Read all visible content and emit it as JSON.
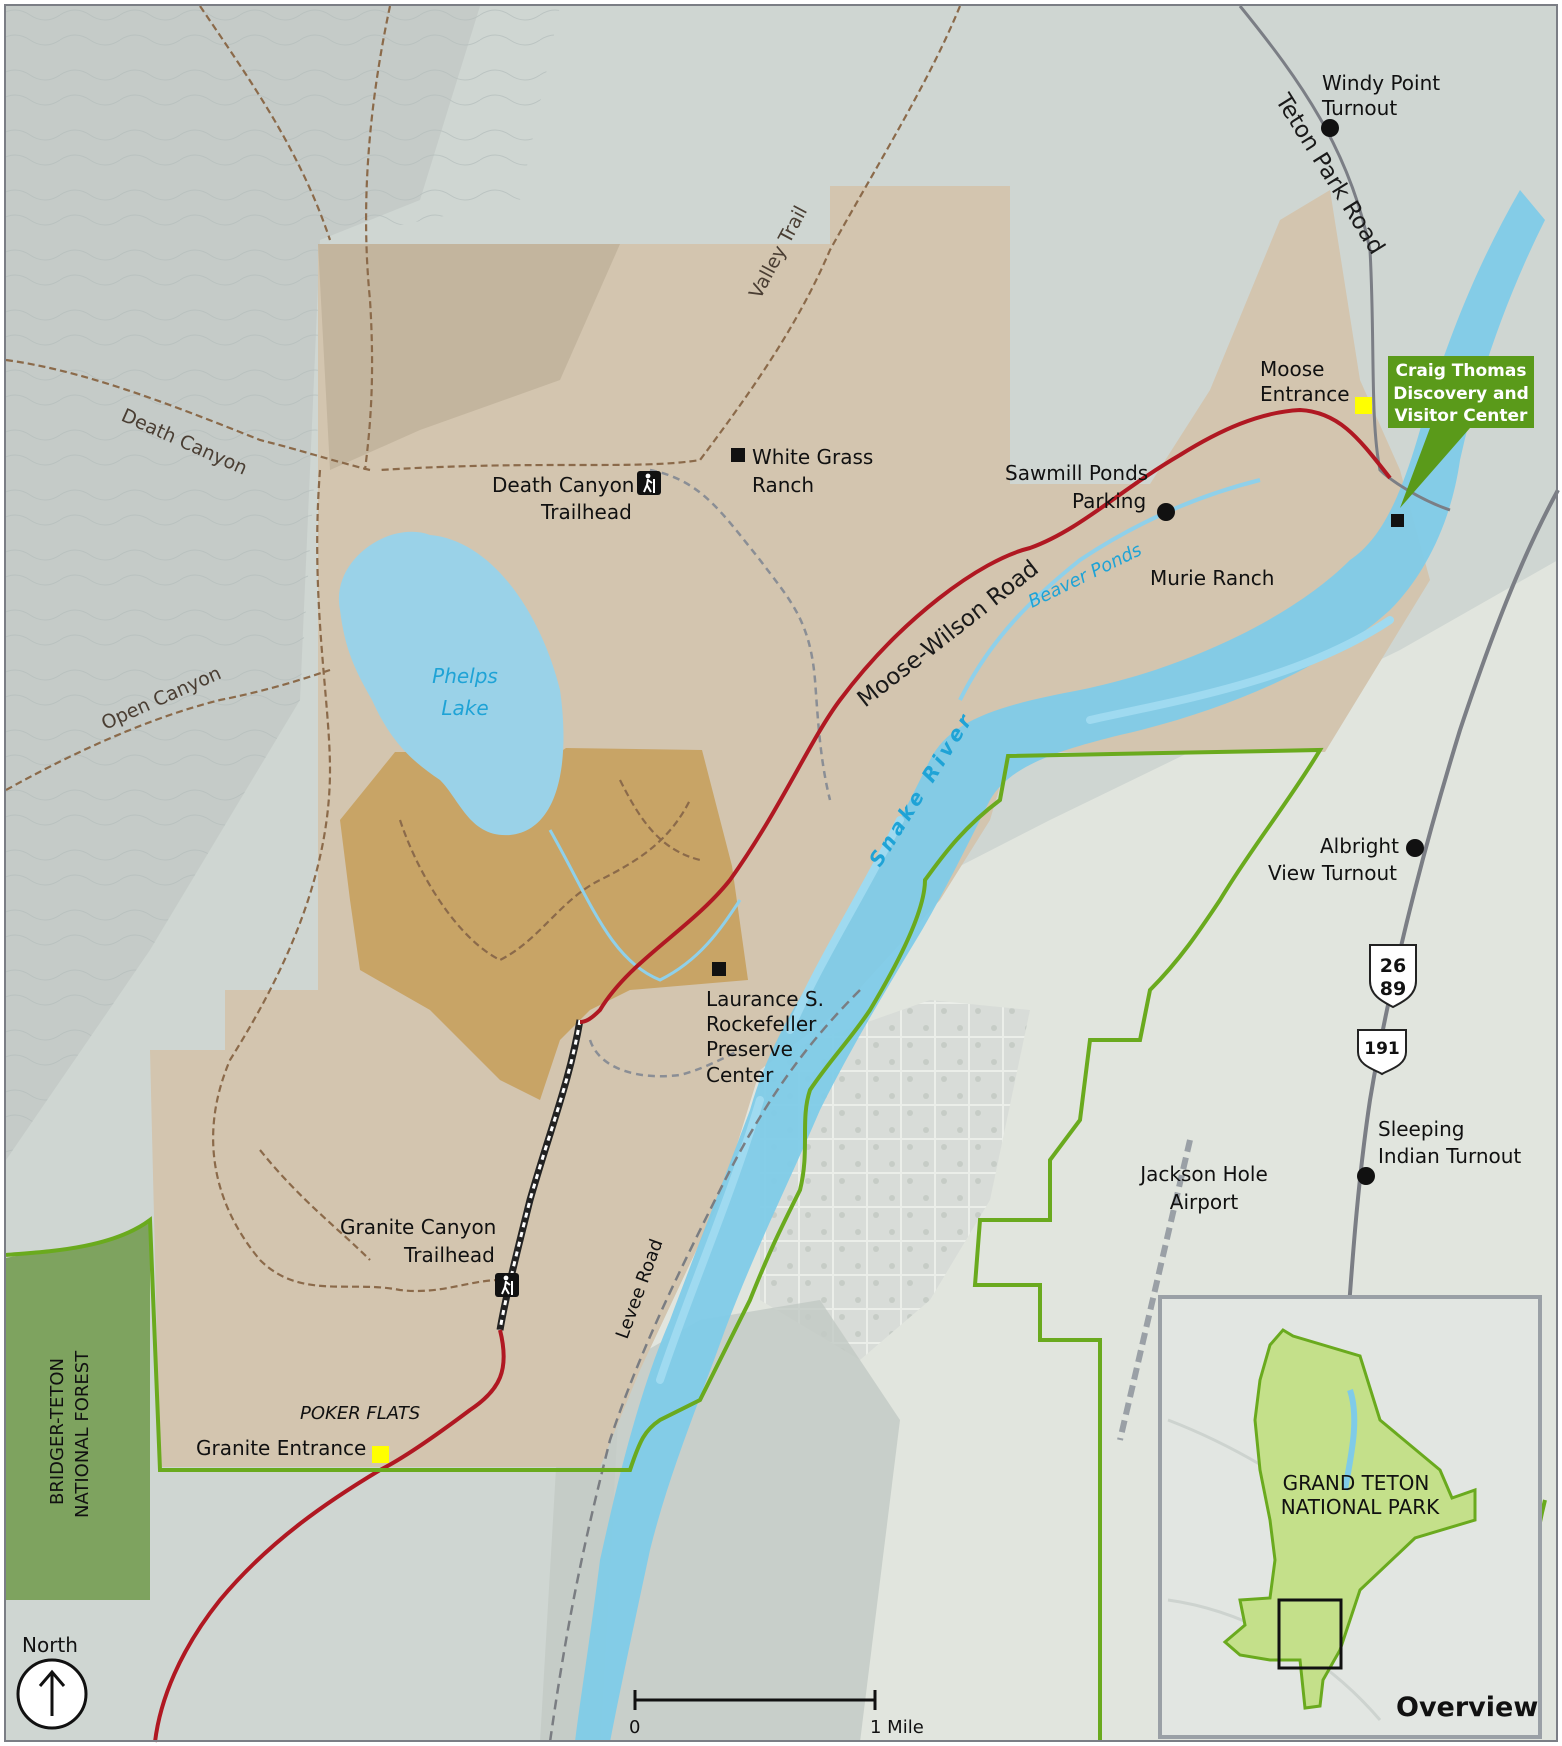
{
  "colors": {
    "terrain": "#cfd6d2",
    "valley": "#dfe3dd",
    "moose_wilson_area": "#d3c5af",
    "preserve": "#c8a466",
    "water": "#9ad2e8",
    "river": "#7fcbe8",
    "red_road": "#b01822",
    "park_boundary": "#6aaa1e",
    "forest": "#7ea35f",
    "trail": "#8b6a4a",
    "vc_green": "#5a9a1a",
    "entrance_yellow": "#ffff00",
    "overview_park": "#c4e08a"
  },
  "labels": {
    "windy_point": [
      "Windy Point",
      "Turnout"
    ],
    "teton_park_road": "Teton Park Road",
    "moose_entrance": [
      "Moose",
      "Entrance"
    ],
    "craig_thomas": [
      "Craig Thomas",
      "Discovery and",
      "Visitor Center"
    ],
    "sawmill_ponds": [
      "Sawmill Ponds",
      "Parking"
    ],
    "white_grass": [
      "White Grass",
      "Ranch"
    ],
    "death_canyon_trailhead": [
      "Death Canyon",
      "Trailhead"
    ],
    "death_canyon": "Death Canyon",
    "valley_trail": "Valley Trail",
    "open_canyon": "Open Canyon",
    "phelps_lake": [
      "Phelps",
      "Lake"
    ],
    "moose_wilson_road": "Moose-Wilson Road",
    "beaver_ponds": "Beaver Ponds",
    "murie_ranch": "Murie Ranch",
    "snake_river": "Snake River",
    "albright": [
      "Albright",
      "View Turnout"
    ],
    "rockefeller": [
      "Laurance S.",
      "Rockefeller",
      "Preserve",
      "Center"
    ],
    "route_26_89": [
      "26",
      "89"
    ],
    "route_191": "191",
    "sleeping_indian": [
      "Sleeping",
      "Indian Turnout"
    ],
    "jackson_hole_airport": [
      "Jackson Hole",
      "Airport"
    ],
    "granite_canyon_trailhead": [
      "Granite Canyon",
      "Trailhead"
    ],
    "levee_road": "Levee Road",
    "poker_flats": "POKER FLATS",
    "granite_entrance": "Granite Entrance",
    "bridger_teton": [
      "BRIDGER-TETON",
      "NATIONAL FOREST"
    ],
    "north": "North",
    "scale_zero": "0",
    "scale_one": "1 Mile",
    "overview_park": [
      "GRAND TETON",
      "NATIONAL PARK"
    ],
    "overview_title": "Overview"
  }
}
